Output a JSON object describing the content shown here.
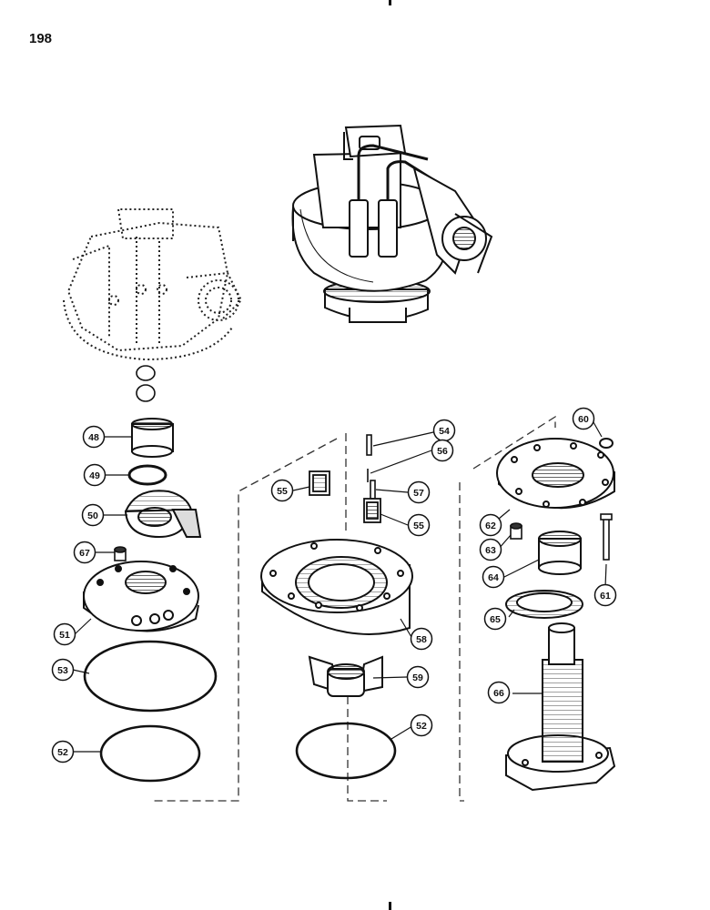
{
  "page": {
    "number": "198"
  },
  "callouts": [
    {
      "id": "c48",
      "label": "48"
    },
    {
      "id": "c49",
      "label": "49"
    },
    {
      "id": "c50",
      "label": "50"
    },
    {
      "id": "c67",
      "label": "67"
    },
    {
      "id": "c51",
      "label": "51"
    },
    {
      "id": "c53",
      "label": "53"
    },
    {
      "id": "c52a",
      "label": "52"
    },
    {
      "id": "c54",
      "label": "54"
    },
    {
      "id": "c56",
      "label": "56"
    },
    {
      "id": "c55a",
      "label": "55"
    },
    {
      "id": "c57",
      "label": "57"
    },
    {
      "id": "c55b",
      "label": "55"
    },
    {
      "id": "c58",
      "label": "58"
    },
    {
      "id": "c59",
      "label": "59"
    },
    {
      "id": "c52b",
      "label": "52"
    },
    {
      "id": "c60",
      "label": "60"
    },
    {
      "id": "c62",
      "label": "62"
    },
    {
      "id": "c63",
      "label": "63"
    },
    {
      "id": "c64",
      "label": "64"
    },
    {
      "id": "c61",
      "label": "61"
    },
    {
      "id": "c65",
      "label": "65"
    },
    {
      "id": "c66",
      "label": "66"
    }
  ]
}
